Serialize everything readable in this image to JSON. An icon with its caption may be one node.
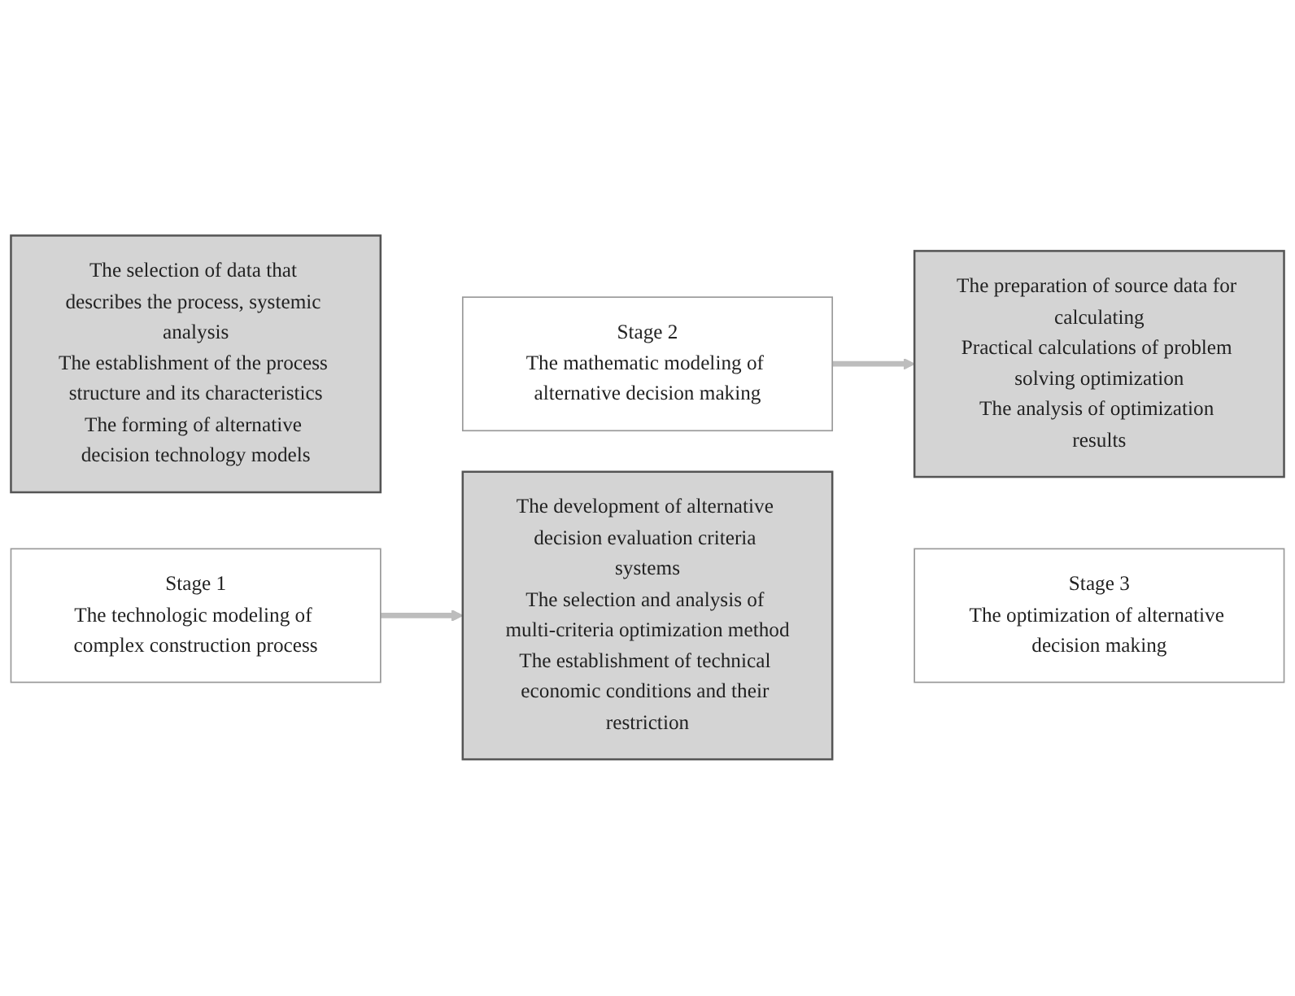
{
  "diagram": {
    "nodes": [
      {
        "text": [
          "The selection of data that describes the process, systemic analysis",
          "The establishment of the process structure and its characteristics",
          "The forming of alternative decision technology models"
        ]
      },
      {
        "text": [
          "Stage 2",
          "The mathematic modeling of alternative decision making"
        ]
      },
      {
        "text": [
          "The development of alternative decision evaluation criteria systems",
          "The selection and analysis of multi-criteria optimization method",
          "The establishment of technical economic conditions and their restriction"
        ]
      },
      {
        "text": [
          "The preparation of source data for calculating",
          "Practical calculations of problem solving optimization",
          "The analysis of optimization results"
        ]
      },
      {
        "text": [
          "Stage 1",
          "The technologic modeling of complex construction process"
        ]
      },
      {
        "text": [
          "Stage 3",
          "The optimization of alternative decision making"
        ]
      }
    ],
    "edges": [
      {
        "from": 4,
        "to": 2,
        "arrow": "to"
      },
      {
        "from": 1,
        "to": 3,
        "arrow": "to"
      }
    ]
  }
}
